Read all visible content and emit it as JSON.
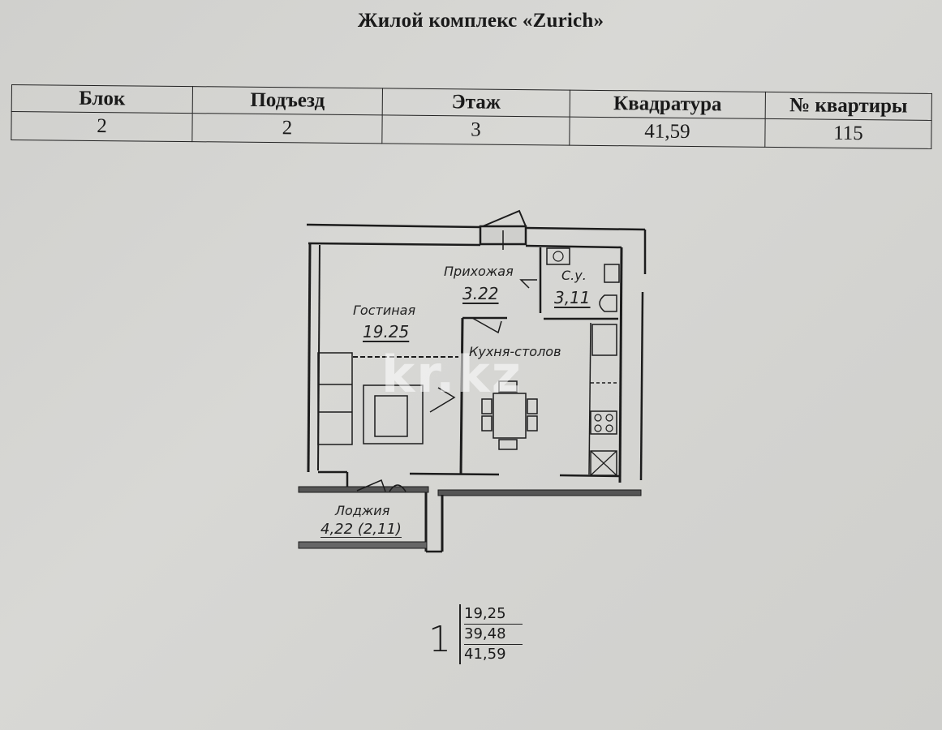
{
  "title": "Жилой комплекс «Zurich»",
  "info_table": {
    "headers": [
      "Блок",
      "Подъезд",
      "Этаж",
      "Квадратура",
      "№ квартиры"
    ],
    "values": [
      "2",
      "2",
      "3",
      "41,59",
      "115"
    ]
  },
  "floor_plan": {
    "rooms": [
      {
        "name": "Прихожая",
        "area": "3.22"
      },
      {
        "name": "С.у.",
        "area": "3,11"
      },
      {
        "name": "Гостиная",
        "area": "19.25"
      },
      {
        "name": "Кухня-столов",
        "area": ""
      },
      {
        "name": "Лоджия",
        "area": "4,22 (2,11)"
      }
    ],
    "watermark": "kr.kz"
  },
  "summary": {
    "rooms_count": "1",
    "living_area": "19,25",
    "usable_area": "39,48",
    "total_area": "41,59"
  }
}
